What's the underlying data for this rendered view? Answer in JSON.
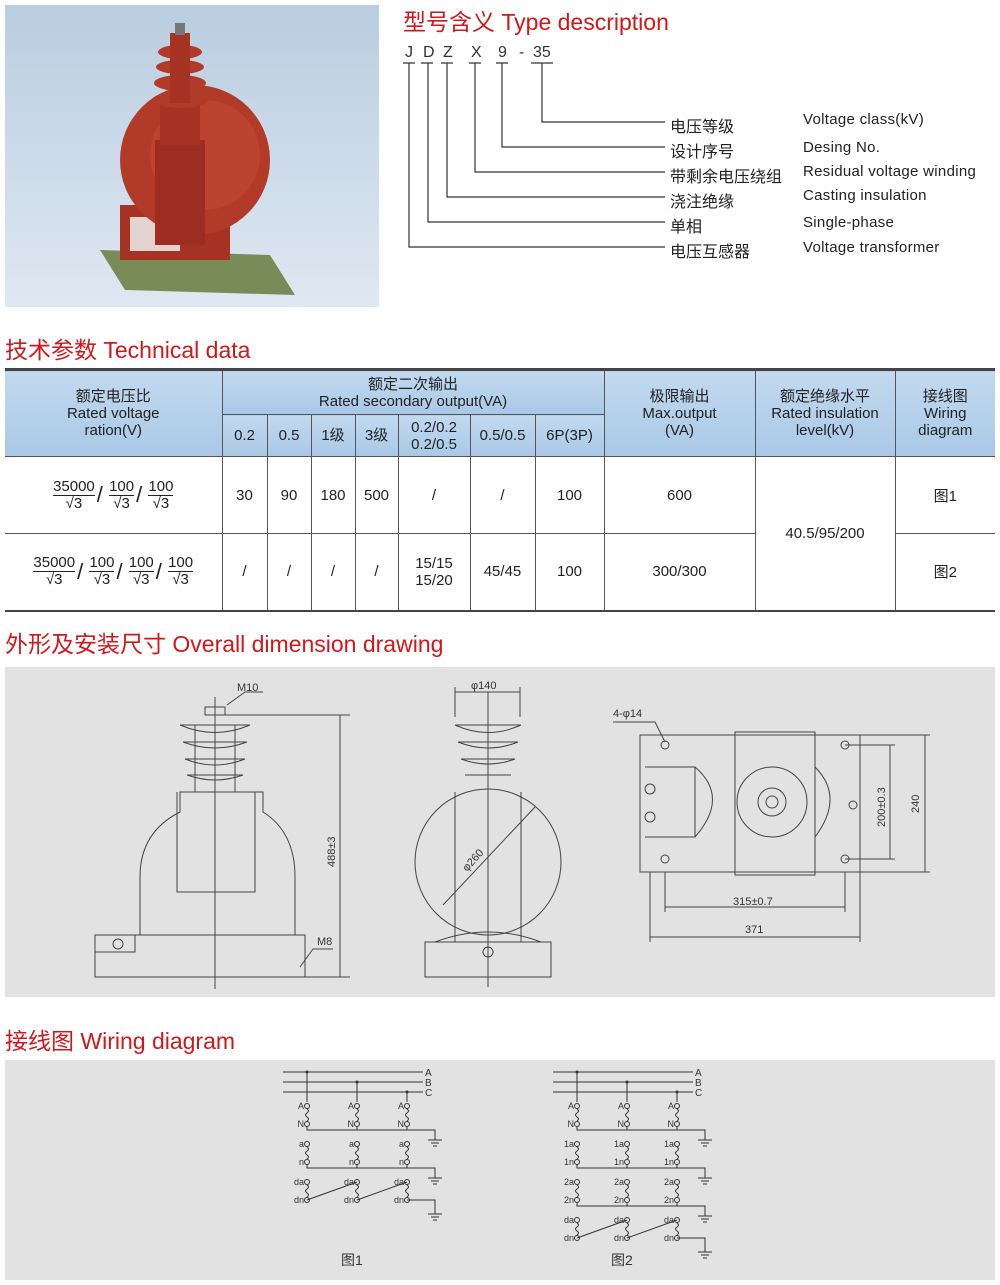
{
  "type_description": {
    "title": "型号含义 Type description",
    "code": [
      "J",
      "D",
      "Z",
      "X",
      "9",
      "-",
      "35"
    ],
    "items": [
      {
        "zh": "电压等级",
        "en": "Voltage class(kV)"
      },
      {
        "zh": "设计序号",
        "en": "Desing No."
      },
      {
        "zh": "带剩余电压绕组",
        "en": "Residual voltage winding"
      },
      {
        "zh": "浇注绝缘",
        "en": "Casting insulation"
      },
      {
        "zh": "单相",
        "en": "Single-phase"
      },
      {
        "zh": "电压互感器",
        "en": "Voltage transformer"
      }
    ]
  },
  "technical": {
    "title": "技术参数 Technical data",
    "headers": {
      "ratio_zh": "额定电压比",
      "ratio_en1": "Rated voltage",
      "ratio_en2": "ration(V)",
      "sec_zh": "额定二次输出",
      "sec_en": "Rated secondary output(VA)",
      "max_zh": "极限输出",
      "max_en1": "Max.output",
      "max_en2": "(VA)",
      "ins_zh": "额定绝缘水平",
      "ins_en1": "Rated insulation",
      "ins_en2": "level(kV)",
      "wd_zh": "接线图",
      "wd_en1": "Wiring",
      "wd_en2": "diagram",
      "classes": [
        "0.2",
        "0.5",
        "1级",
        "3级",
        "0.2/0.2",
        "0.2/0.5",
        "0.5/0.5",
        "6P(3P)"
      ]
    },
    "rows": [
      {
        "ratio": [
          "35000",
          "100",
          "100"
        ],
        "values": [
          "30",
          "90",
          "180",
          "500",
          "/",
          "/",
          "100"
        ],
        "max": "600",
        "wd": "图1"
      },
      {
        "ratio": [
          "35000",
          "100",
          "100",
          "100"
        ],
        "values": [
          "/",
          "/",
          "/",
          "/",
          "15/15",
          "15/20",
          "45/45",
          "100"
        ],
        "max": "300/300",
        "wd": "图2"
      }
    ],
    "sqrt3": "√3",
    "insulation": "40.5/95/200"
  },
  "dimension": {
    "title": "外形及安装尺寸 Overall dimension drawing",
    "labels": {
      "m10": "M10",
      "m8": "M8",
      "h": "488±3",
      "d140": "φ140",
      "d260": "φ260",
      "holes": "4-φ14",
      "w1": "315±0.7",
      "w2": "371",
      "h1": "200±0.3",
      "h2": "240"
    }
  },
  "wiring": {
    "title": "接线图 Wiring diagram",
    "fig1": "图1",
    "fig2": "图2",
    "buses": [
      "A",
      "B",
      "C"
    ],
    "fig1_terms": [
      "A",
      "N",
      "a",
      "n",
      "da",
      "dn"
    ],
    "fig2_terms": [
      "A",
      "N",
      "1a",
      "1n",
      "2a",
      "2n",
      "da",
      "dn"
    ]
  }
}
